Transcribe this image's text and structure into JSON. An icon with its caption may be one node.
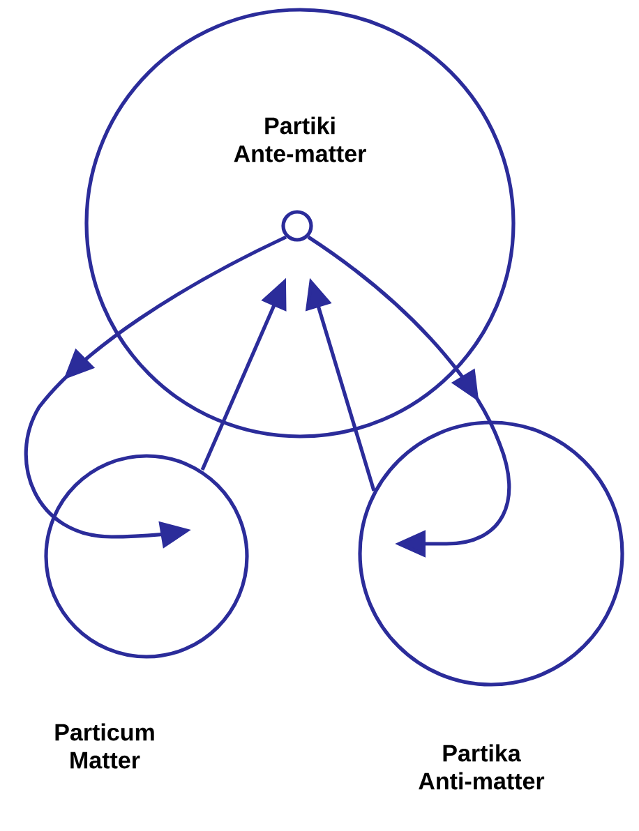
{
  "diagram": {
    "nodes": [
      {
        "text": [
          "Partiki Ante-matter"
        ]
      },
      {
        "text": [],
        "shape": "circle",
        "in": 0
      },
      {
        "text": [
          "Particum Matter"
        ]
      },
      {
        "text": [
          "Partika Anti-matter"
        ]
      }
    ],
    "edges": [
      {
        "from": 1,
        "to": 2,
        "arrow": "to"
      },
      {
        "from": 2,
        "to": 1,
        "arrow": "to"
      },
      {
        "from": 1,
        "to": 3,
        "arrow": "to"
      },
      {
        "from": 3,
        "to": 1,
        "arrow": "to"
      }
    ]
  }
}
